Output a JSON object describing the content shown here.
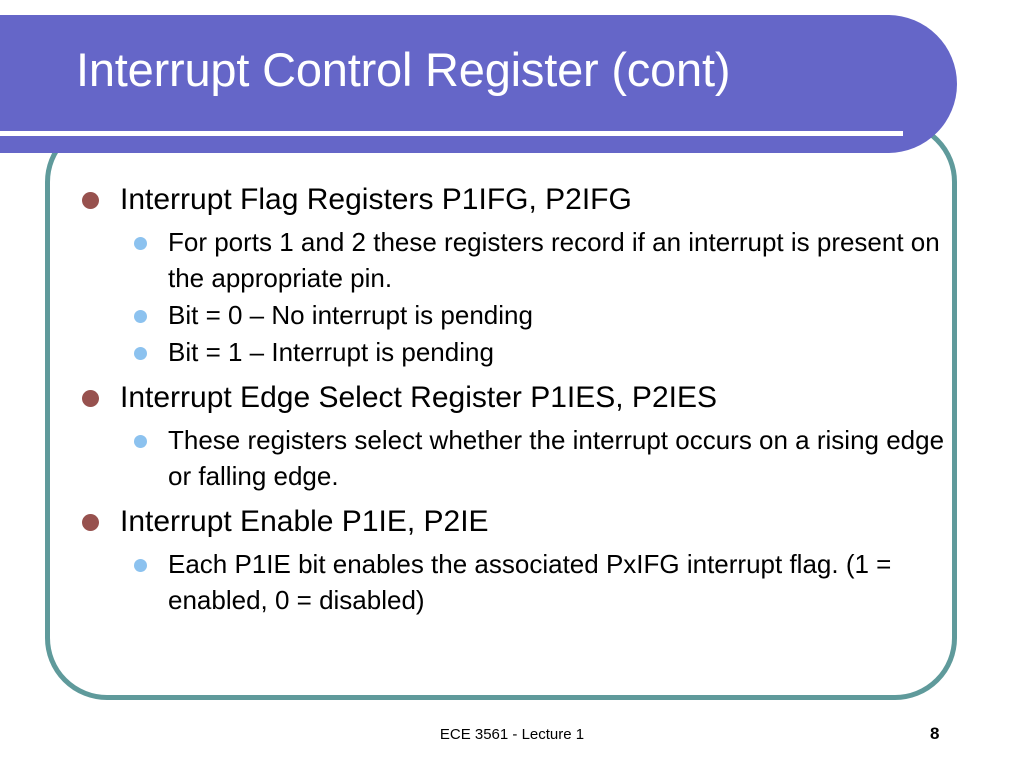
{
  "slide": {
    "title": "Interrupt Control Register (cont)",
    "colors": {
      "banner_purple": "#6566c8",
      "frame_teal": "#5f9a9b",
      "level1_bullet": "#97514e",
      "level2_bullet": "#8cc2ef",
      "title_text": "#ffffff",
      "body_text": "#000000",
      "background": "#ffffff"
    },
    "bullets": [
      {
        "level": 1,
        "text": "Interrupt Flag Registers P1IFG, P2IFG"
      },
      {
        "level": 2,
        "text": "For ports 1 and 2 these registers record if an interrupt is present on the appropriate pin."
      },
      {
        "level": 2,
        "text": "Bit = 0 – No interrupt is pending"
      },
      {
        "level": 2,
        "text": "Bit = 1 – Interrupt is pending"
      },
      {
        "level": 1,
        "text": "Interrupt Edge Select Register P1IES, P2IES"
      },
      {
        "level": 2,
        "text": "These registers select whether the interrupt occurs on a rising edge or falling edge."
      },
      {
        "level": 1,
        "text": "Interrupt Enable P1IE, P2IE"
      },
      {
        "level": 2,
        "text": "Each P1IE bit enables the associated PxIFG interrupt flag.  (1 = enabled, 0 = disabled)"
      }
    ],
    "footer": {
      "course": "ECE 3561 - Lecture 1",
      "page_number": "8"
    }
  }
}
